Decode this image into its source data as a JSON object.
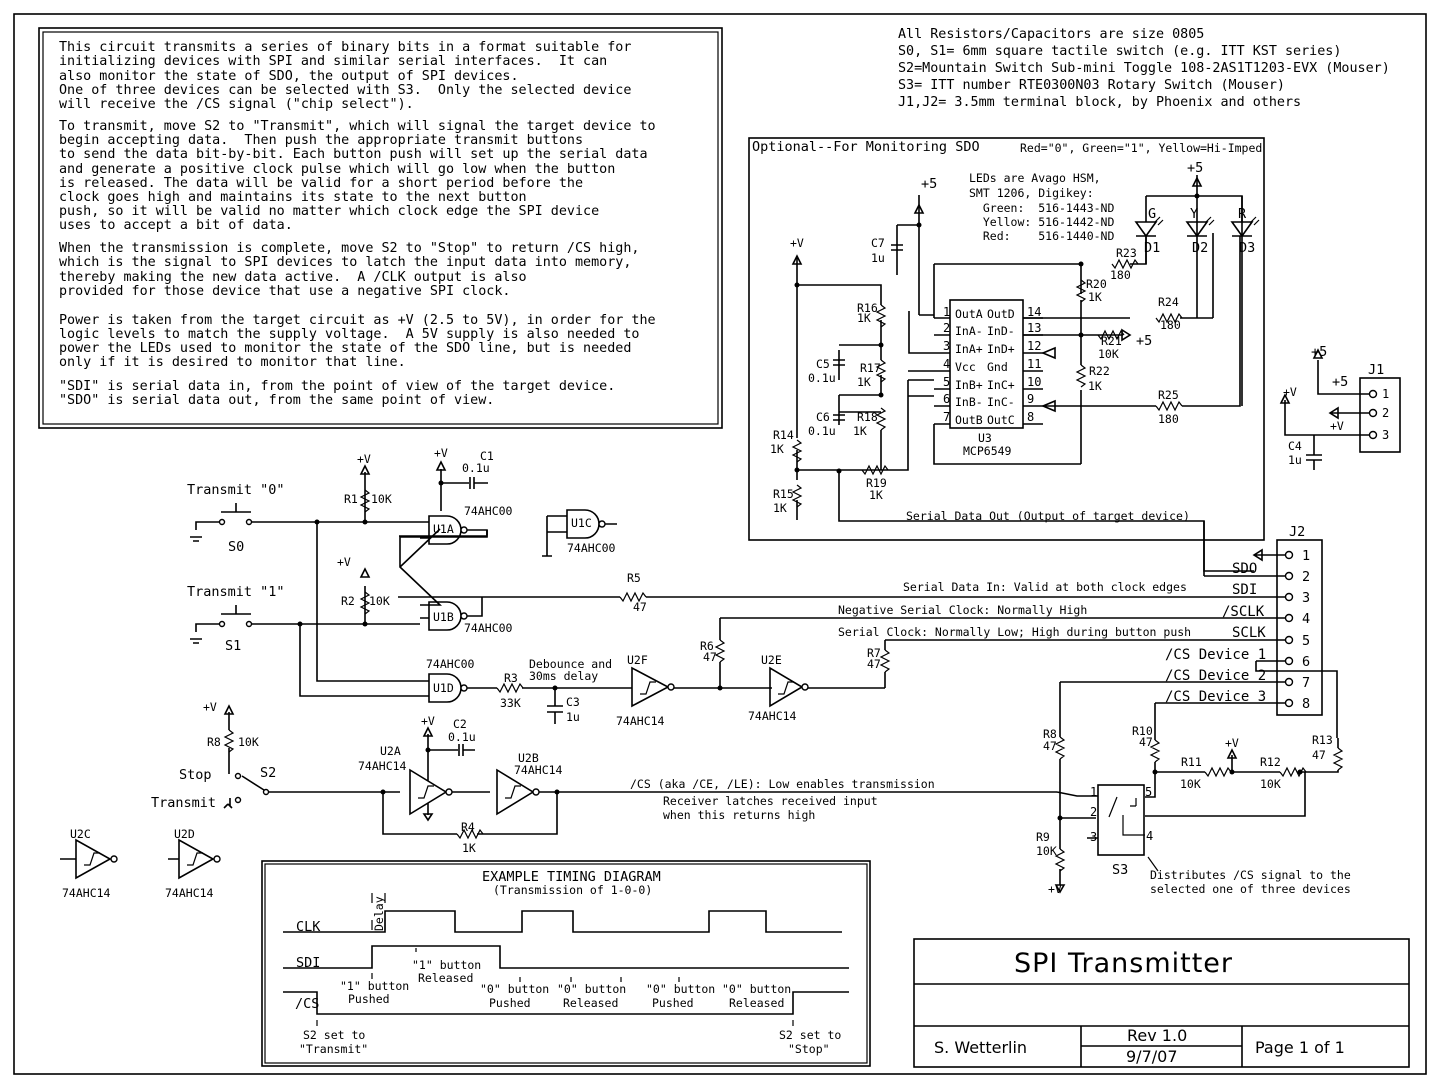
{
  "description": {
    "lines": [
      "This circuit transmits a series of binary bits in a format suitable for",
      "initializing devices with SPI and similar serial interfaces.  It can",
      "also monitor the state of SDO, the output of SPI devices.",
      "One of three devices can be selected with S3.  Only the selected device",
      "will receive the /CS signal (\"chip select\").",
      "To transmit, move S2 to \"Transmit\", which will signal the target device to",
      "begin accepting data.  Then push the appropriate transmit buttons",
      "to send the data bit-by-bit. Each button push will set up the serial data",
      "and generate a positive clock pulse which will go low when the button",
      "is released. The data will be valid for a short period before the",
      "clock goes high and maintains its state to the next button",
      "push, so it will be valid no matter which clock edge the SPI device",
      "uses to accept a bit of data.",
      "When the transmission is complete, move S2 to \"Stop\" to return /CS high,",
      "which is the signal to SPI devices to latch the input data into memory,",
      "thereby making the new data active.  A /CLK output is also",
      "provided for those device that use a negative SPI clock.",
      "Power is taken from the target circuit as +V (2.5 to 5V), in order for the",
      "logic levels to match the supply voltage.  A 5V supply is also needed to",
      "power the LEDs used to monitor the state of the SDO line, but is needed",
      "only if it is desired to monitor that line.",
      "\"SDI\" is serial data in, from the point of view of the target device.",
      "\"SDO\" is serial data out, from the same point of view."
    ]
  },
  "notes": [
    "All Resistors/Capacitors are size 0805",
    "S0, S1= 6mm square tactile switch (e.g. ITT KST series)",
    "S2=Mountain Switch Sub-mini Toggle 108-2AS1T1203-EVX (Mouser)",
    "S3= ITT number RTE0300N03 Rotary Switch (Mouser)",
    "J1,J2= 3.5mm terminal block, by Phoenix and others"
  ],
  "monitor": {
    "title": "Optional--For Monitoring SDO",
    "legend": "Red=\"0\", Green=\"1\", Yellow=Hi-Imped",
    "led_note": [
      "LEDs are Avago HSM,",
      "SMT 1206, Digikey:",
      "  Green:  516-1443-ND",
      "  Yellow: 516-1442-ND",
      "  Red:    516-1440-ND"
    ],
    "u3": {
      "ref": "U3",
      "part": "MCP6549",
      "left_pins": [
        {
          "n": "1",
          "name": "OutA"
        },
        {
          "n": "2",
          "name": "InA-"
        },
        {
          "n": "3",
          "name": "InA+"
        },
        {
          "n": "4",
          "name": "Vcc"
        },
        {
          "n": "5",
          "name": "InB+"
        },
        {
          "n": "6",
          "name": "InB-"
        },
        {
          "n": "7",
          "name": "OutB"
        }
      ],
      "right_pins": [
        {
          "n": "14",
          "name": "OutD"
        },
        {
          "n": "13",
          "name": "InD-"
        },
        {
          "n": "12",
          "name": "InD+"
        },
        {
          "n": "11",
          "name": "Gnd"
        },
        {
          "n": "10",
          "name": "InC+"
        },
        {
          "n": "9",
          "name": "InC-"
        },
        {
          "n": "8",
          "name": "OutC"
        }
      ]
    },
    "serial_out": "Serial Data Out (Output of target device)"
  },
  "labels": {
    "plus5": "+5",
    "plusv": "+V",
    "c7": "C7",
    "c7v": "1u",
    "c5": "C5",
    "c5v": "0.1u",
    "c6": "C6",
    "c6v": "0.1u",
    "r16": "R16",
    "r16v": "1K",
    "r17": "R17",
    "r17v": "1K",
    "r18": "R18",
    "r18v": "1K",
    "r14": "R14",
    "r14v": "1K",
    "r15": "R15",
    "r15v": "1K",
    "r19": "R19",
    "r19v": "1K",
    "r20": "R20",
    "r20v": "1K",
    "r21": "R21",
    "r21v": "10K",
    "r22": "R22",
    "r22v": "1K",
    "r23": "R23",
    "r23v": "180",
    "r24": "R24",
    "r24v": "180",
    "r25": "R25",
    "r25v": "180",
    "d1": "D1",
    "d2": "D2",
    "d3": "D3",
    "g": "G",
    "y": "Y",
    "r": "R",
    "j1": "J1",
    "j2": "J2",
    "c4": "C4",
    "c4v": "1u",
    "transmit0": "Transmit \"0\"",
    "transmit1": "Transmit \"1\"",
    "s0": "S0",
    "s1": "S1",
    "r1": "R1",
    "r1v": "10K",
    "r2": "R2",
    "r2v": "10K",
    "c1": "C1",
    "c1v": "0.1u",
    "u1a": "U1A",
    "u1b": "U1B",
    "u1c": "U1C",
    "u1d": "U1D",
    "ahc00": "74AHC00",
    "r5": "R5",
    "r5v": "47",
    "r6": "R6",
    "r6v": "47",
    "r7": "R7",
    "r7v": "47",
    "r3": "R3",
    "r3v": "33K",
    "c3": "C3",
    "c3v": "1u",
    "debounce": "Debounce and",
    "delay30": "30ms delay",
    "u2f": "U2F",
    "u2e": "U2E",
    "ahc14": "74AHC14",
    "u2a": "U2A",
    "u2b": "U2B",
    "u2c": "U2C",
    "u2d": "U2D",
    "c2": "C2",
    "c2v": "0.1u",
    "r4": "R4",
    "r4v": "1K",
    "r8a": "R8",
    "r8av": "10K",
    "stop": "Stop",
    "transmit": "Transmit",
    "s2": "S2",
    "cs_line": "/CS (aka /CE, /LE): Low enables transmission",
    "latch1": "Receiver latches received input",
    "latch2": "when this returns high",
    "sdi_line": "Serial Data In: Valid at both clock edges",
    "nsclk_line": "Negative Serial Clock: Normally High",
    "sclk_line": "Serial Clock: Normally Low; High during button push",
    "sdo": "SDO",
    "sdi": "SDI",
    "nsclk": "/SCLK",
    "sclk": "SCLK",
    "csd1": "/CS Device 1",
    "csd2": "/CS Device 2",
    "csd3": "/CS Device 3",
    "r8": "R8",
    "r8v": "47",
    "r9": "R9",
    "r9v": "10K",
    "r10": "R10",
    "r10v": "47",
    "r11": "R11",
    "r11v": "10K",
    "r12": "R12",
    "r12v": "10K",
    "r13": "R13",
    "r13v": "47",
    "s3": "S3",
    "distrib1": "Distributes /CS signal to the",
    "distrib2": "selected one of three devices"
  },
  "timing": {
    "title": "EXAMPLE TIMING DIAGRAM",
    "subtitle": "(Transmission of 1-0-0)",
    "delay": "Delay",
    "clk": "CLK",
    "sdi": "SDI",
    "cs": "/CS",
    "annotations": [
      "\"1\" button",
      "Pushed",
      "\"1\" button",
      "Released",
      "\"0\" button",
      "Pushed",
      "\"0\" button",
      "Released",
      "\"0\" button",
      "Pushed",
      "\"0\" button",
      "Released",
      "S2 set to",
      "\"Transmit\"",
      "S2 set to",
      "\"Stop\""
    ]
  },
  "title_block": {
    "title": "SPI Transmitter",
    "author": "S. Wetterlin",
    "rev": "Rev 1.0",
    "date": "9/7/07",
    "page": "Page 1 of 1"
  }
}
